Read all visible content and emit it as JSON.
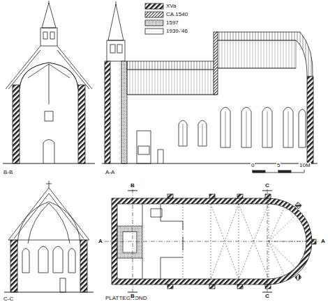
{
  "diagram": {
    "labels": [
      "B-B",
      "A-A",
      "C-C",
      "PLATTEGROND",
      "0",
      "5",
      "10M",
      "B",
      "B",
      "C",
      "C",
      "A",
      "A"
    ],
    "legend": [
      {
        "text": "XVa"
      },
      {
        "text": "CA.1540"
      },
      {
        "text": "1597"
      },
      {
        "text": "1939-'46"
      }
    ]
  }
}
